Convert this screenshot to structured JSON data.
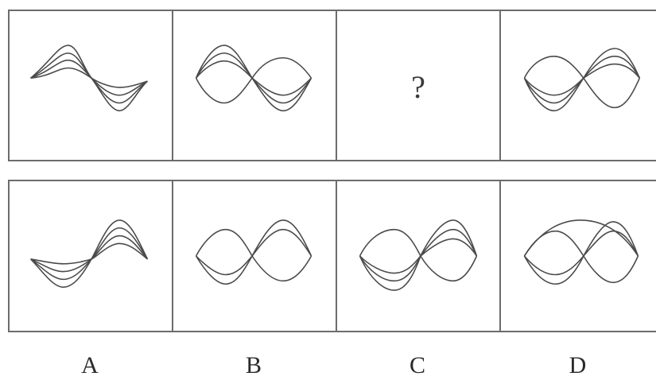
{
  "question_row": {
    "cells": [
      {
        "id": "q1",
        "figure": "sine-wave-fan",
        "kind": "figure"
      },
      {
        "id": "q2",
        "figure": "figure-eight-fan-left",
        "kind": "figure"
      },
      {
        "id": "q3",
        "kind": "unknown",
        "text": "?"
      },
      {
        "id": "q4",
        "figure": "figure-eight-fan-right",
        "kind": "figure"
      }
    ]
  },
  "option_row": {
    "cells": [
      {
        "id": "A",
        "figure": "inverted-sine-wave-fan"
      },
      {
        "id": "B",
        "figure": "symmetric-figure-eight"
      },
      {
        "id": "C",
        "figure": "figure-eight-fan-bottom-left"
      },
      {
        "id": "D",
        "figure": "figure-eight-with-crossing"
      }
    ]
  },
  "labels": [
    "A",
    "B",
    "C",
    "D"
  ],
  "colors": {
    "stroke": "#4a4a4a",
    "border": "#6c6c6c",
    "background": "#ffffff"
  }
}
